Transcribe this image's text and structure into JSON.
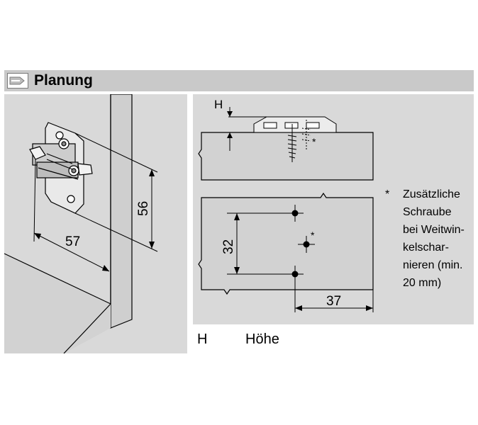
{
  "header": {
    "title": "Planung",
    "icon": "planning-page-icon"
  },
  "left_diagram": {
    "dimension_width": "57",
    "dimension_height": "56"
  },
  "right_diagram": {
    "label_h": "H",
    "star": "*",
    "dimension_spacing": "32",
    "dimension_offset": "37"
  },
  "note": {
    "marker": "*",
    "lines": [
      "Zusätzliche",
      "Schraube",
      "bei Weitwin-",
      "kelschar-",
      "nieren (min.",
      "20 mm)"
    ]
  },
  "legend": {
    "key": "H",
    "value": "Höhe"
  },
  "colors": {
    "panel": "#d9d9d9",
    "header": "#c9c9c9",
    "ink": "#000000"
  }
}
